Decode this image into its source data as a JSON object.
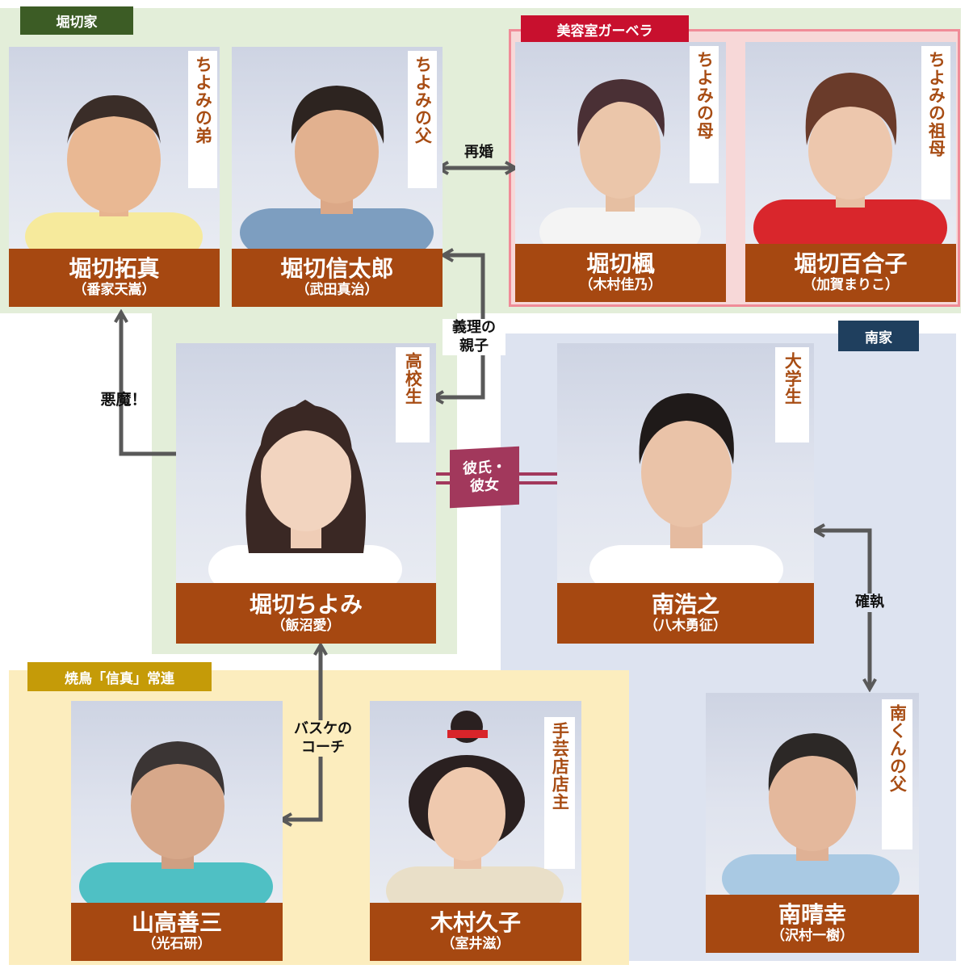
{
  "groups": {
    "horikiri": "堀切家",
    "salon": "美容室ガーベラ",
    "minami": "南家",
    "yakitori": "焼鳥「信真」常連"
  },
  "characters": {
    "takuma": {
      "role": "ちよみの弟",
      "name": "堀切拓真",
      "actor": "（番家天嵩）"
    },
    "shintaro": {
      "role": "ちよみの父",
      "name": "堀切信太郎",
      "actor": "（武田真治）"
    },
    "kaede": {
      "role": "ちよみの母",
      "name": "堀切楓",
      "actor": "（木村佳乃）"
    },
    "yuriko": {
      "role": "ちよみの祖母",
      "name": "堀切百合子",
      "actor": "（加賀まりこ）"
    },
    "chiyomi": {
      "role": "高校生",
      "name": "堀切ちよみ",
      "actor": "（飯沼愛）"
    },
    "hiroyuki": {
      "role": "大学生",
      "name": "南浩之",
      "actor": "（八木勇征）"
    },
    "zenzo": {
      "role": "",
      "name": "山高善三",
      "actor": "（光石研）"
    },
    "hisako": {
      "role": "手芸店店主",
      "name": "木村久子",
      "actor": "（室井滋）"
    },
    "haruyuki": {
      "role": "南くんの父",
      "name": "南晴幸",
      "actor": "（沢村一樹）"
    }
  },
  "relations": {
    "remarriage": "再婚",
    "stepfamily": [
      "義理の",
      "親子"
    ],
    "devil": "悪魔！",
    "couple": [
      "彼氏・",
      "彼女"
    ],
    "feud": "確執",
    "coach": [
      "バスケの",
      "コーチ"
    ]
  },
  "colors": {
    "horikiri_bg": "#e3eed9",
    "horikiri_tag": "#3c5c25",
    "salon_bg": "#f7d8d8",
    "salon_border": "#f08c98",
    "salon_tag": "#c8102e",
    "minami_bg": "#dde3f0",
    "minami_tag": "#1f3f5e",
    "yakitori_bg": "#fcedbe",
    "yakitori_tag": "#c59b08",
    "nameplate": "#a64811",
    "role_text": "#a74c13",
    "couple_badge": "#a2385c",
    "arrow": "#595959"
  }
}
